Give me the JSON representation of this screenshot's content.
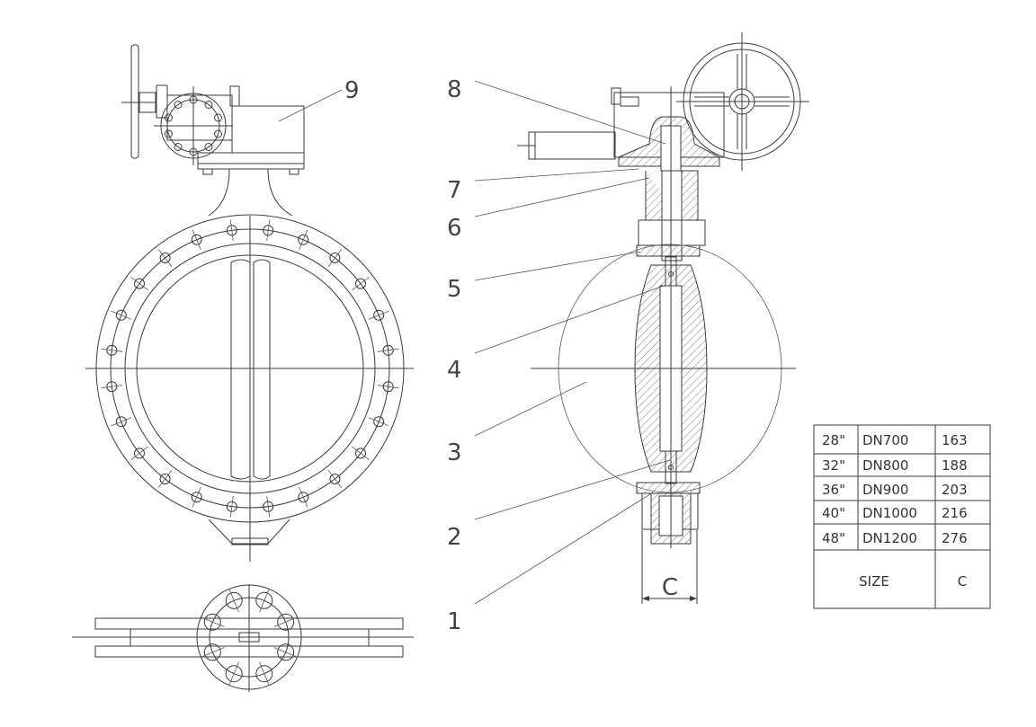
{
  "callouts": [
    "1",
    "2",
    "3",
    "4",
    "5",
    "6",
    "7",
    "8",
    "9"
  ],
  "dimension_label": "C",
  "size_table": {
    "rows": [
      {
        "inch": "28\"",
        "dn": "DN700",
        "c": "163"
      },
      {
        "inch": "32\"",
        "dn": "DN800",
        "c": "188"
      },
      {
        "inch": "36\"",
        "dn": "DN900",
        "c": "203"
      },
      {
        "inch": "40\"",
        "dn": "DN1000",
        "c": "216"
      },
      {
        "inch": "48\"",
        "dn": "DN1200",
        "c": "276"
      }
    ],
    "footer_size": "SIZE",
    "footer_c": "C"
  }
}
